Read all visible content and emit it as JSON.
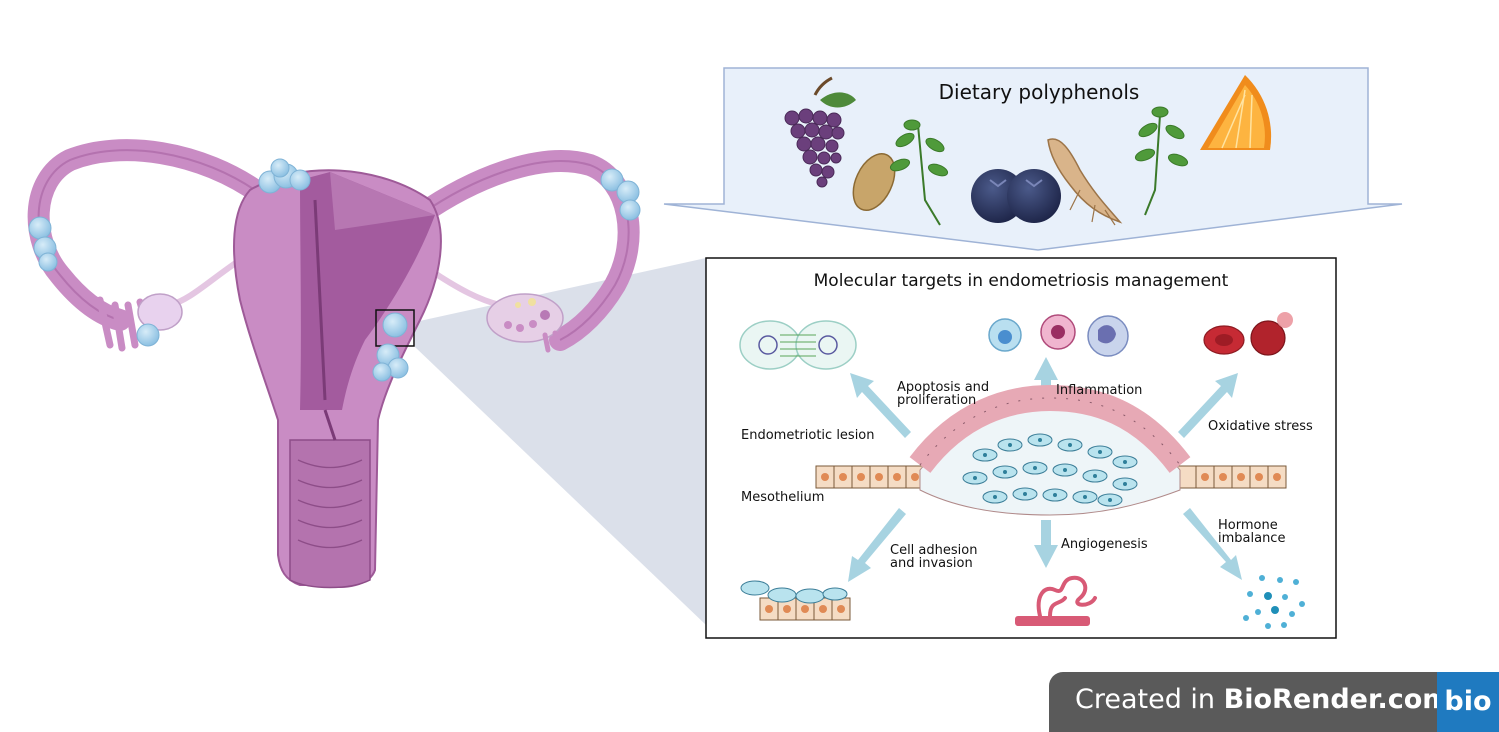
{
  "header": {
    "title": "Dietary polyphenols"
  },
  "panel": {
    "title": "Molecular targets in endometriosis management"
  },
  "labels": {
    "apoptosis": "Apoptosis and\nproliferation",
    "inflammation": "Inflammation",
    "oxidative": "Oxidative stress",
    "lesion": "Endometriotic lesion",
    "mesothelium": "Mesothelium",
    "adhesion": "Cell adhesion\nand invasion",
    "angiogenesis": "Angiogenesis",
    "hormone": "Hormone\nimbalance"
  },
  "footer": {
    "prefix": "Created in ",
    "brand": "BioRender.com",
    "logo": "bio"
  },
  "colors": {
    "uterus": "#c98cc4",
    "uterus_dark": "#a0579a",
    "lesion": "#9fcbe8",
    "arrow": "#a7d3e1",
    "banner": "#e8f0fa",
    "epithelium": "#f2c9cf",
    "mesothelium": "#f5dcc4"
  }
}
